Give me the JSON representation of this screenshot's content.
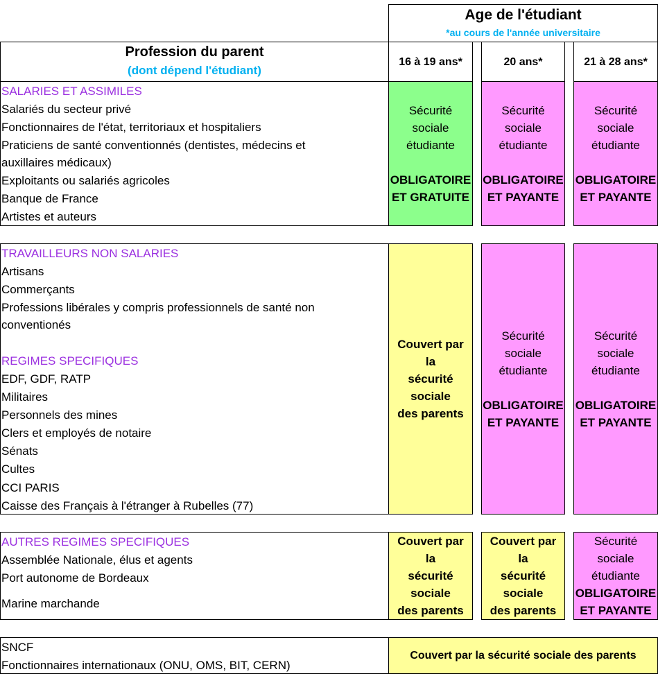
{
  "header": {
    "age_title": "Age de l'étudiant",
    "age_note": "*au cours de l'année universitaire",
    "profession_title": "Profession du parent",
    "profession_note": "(dont dépend l'étudiant)",
    "col1": "16 à 19 ans*",
    "col2": "20 ans*",
    "col3": "21 à 28 ans*"
  },
  "section1": {
    "category": "SALARIES ET ASSIMILES",
    "items": [
      "Salariés du secteur privé",
      "Fonctionnaires de l'état, territoriaux et hospitaliers",
      "Praticiens de santé conventionnés (dentistes, médecins et",
      "auxillaires médicaux)",
      "Exploitants ou salariés agricoles",
      "Banque de France",
      "Artistes et auteurs"
    ]
  },
  "section2": {
    "category1": "TRAVAILLEURS NON SALARIES",
    "items1": [
      "Artisans",
      "Commerçants",
      "Professions libérales y compris professionnels de santé non",
      "conventionés"
    ],
    "category2": "REGIMES SPECIFIQUES",
    "items2": [
      "EDF, GDF, RATP",
      "Militaires",
      "Personnels des mines",
      "Clers et employés de notaire",
      "Sénats",
      "Cultes",
      "CCI PARIS",
      "Caisse des Français à l'étranger à Rubelles (77)"
    ]
  },
  "section3": {
    "category": "AUTRES REGIMES SPECIFIQUES",
    "items": [
      "Assemblée Nationale, élus et agents",
      "Port autonome de Bordeaux",
      "Marine marchande"
    ]
  },
  "section4": {
    "items": [
      "SNCF",
      "Fonctionnaires internationaux (ONU, OMS, BIT, CERN)"
    ],
    "cell": "Couvert par la sécurité sociale des parents"
  },
  "secu": [
    "Sécurité",
    "sociale",
    "étudiante"
  ],
  "obligatoire": "OBLIGATOIRE",
  "gratuite": "ET GRATUITE",
  "payante": "ET PAYANTE",
  "couvert": [
    "Couvert par",
    "la",
    "sécurité",
    "sociale",
    "des parents"
  ],
  "colors": {
    "green": "#8cff8c",
    "pink": "#ff99ff",
    "yellow": "#ffff99",
    "category": "#9b30e0",
    "note": "#00b0f0"
  }
}
